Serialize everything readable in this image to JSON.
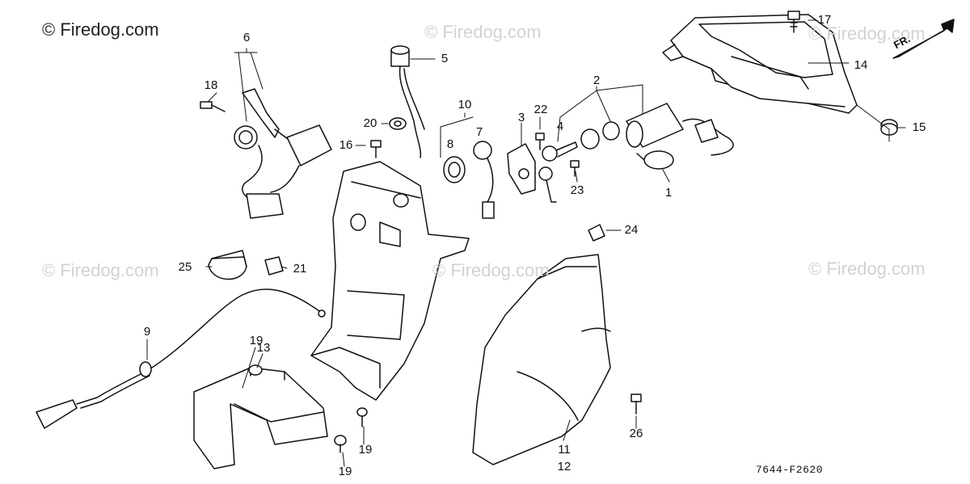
{
  "copyright": "© Firedog.com",
  "watermark_text": "© Firedog.com",
  "drawing_code": "7644-F2620",
  "direction_label": "FR.",
  "callouts": [
    "1",
    "2",
    "3",
    "4",
    "5",
    "6",
    "7",
    "8",
    "9",
    "10",
    "11",
    "12",
    "13",
    "14",
    "15",
    "16",
    "17",
    "18",
    "19",
    "19",
    "19",
    "20",
    "21",
    "22",
    "23",
    "24",
    "25",
    "26"
  ],
  "colors": {
    "line": "#111111",
    "watermark": "#d2d2d2",
    "background": "#ffffff"
  }
}
